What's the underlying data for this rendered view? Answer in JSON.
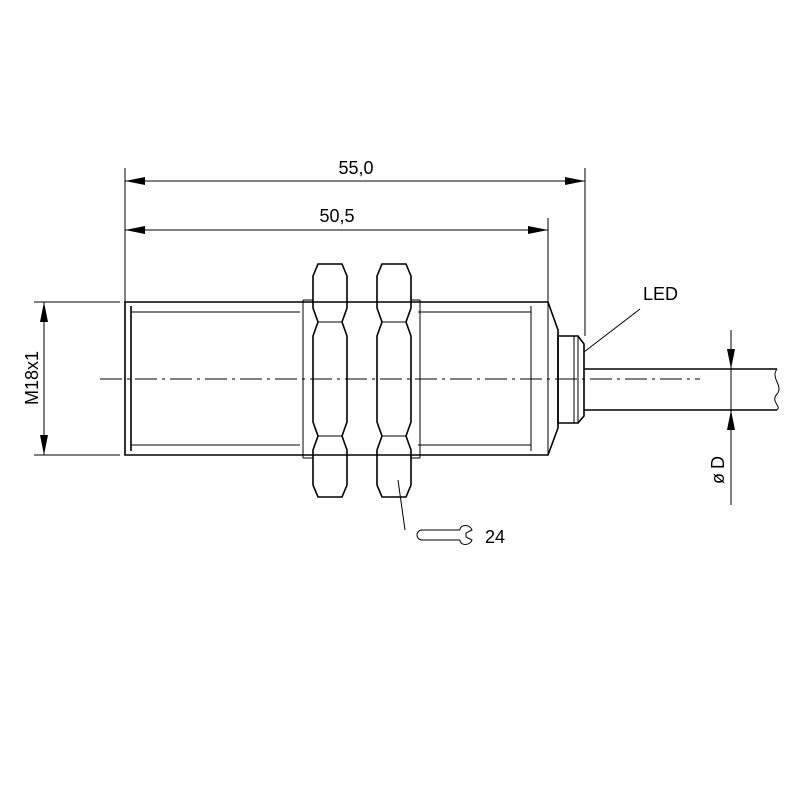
{
  "drawing": {
    "dim_overall_length": "55,0",
    "dim_body_length": "50,5",
    "thread_label": "M18x1",
    "led_label": "LED",
    "wrench_size": "24",
    "cable_diameter_label": "D",
    "diameter_symbol": "ø",
    "wrench_icon": "open-end-wrench-icon"
  }
}
